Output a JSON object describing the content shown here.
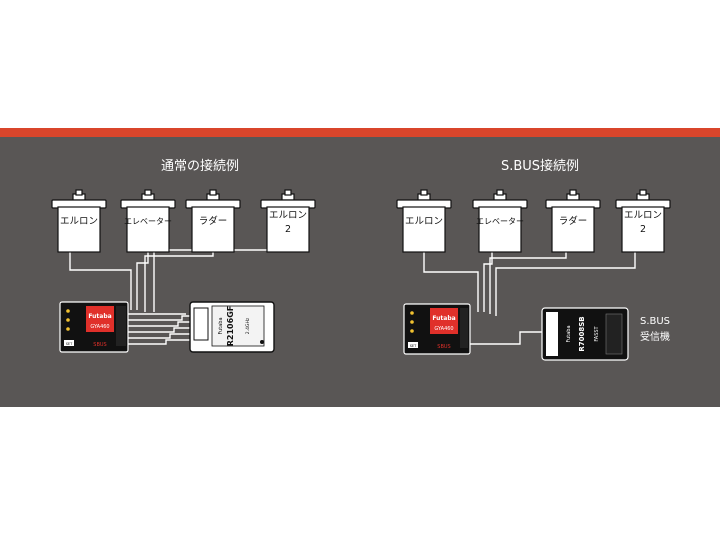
{
  "colors": {
    "accent_stripe": "#d9452b",
    "panel": "#595655",
    "wire": "#ffffff",
    "unit_red": "#e0302a"
  },
  "left": {
    "title": "通常の接続例",
    "servos": [
      {
        "line1": "エルロン",
        "line2": ""
      },
      {
        "line1": "エレベーター",
        "line2": ""
      },
      {
        "line1": "ラダー",
        "line2": ""
      },
      {
        "line1": "エルロン",
        "line2": "2"
      }
    ],
    "gyro": {
      "brand": "Futaba",
      "model": "GYA460",
      "badge": "SBUS",
      "tag": "SET"
    },
    "receiver": {
      "model": "R2106GF",
      "brand": "Futaba",
      "sub": "2.4GHz"
    }
  },
  "right": {
    "title": "S.BUS接続例",
    "servos": [
      {
        "line1": "エルロン",
        "line2": ""
      },
      {
        "line1": "エレベーター",
        "line2": ""
      },
      {
        "line1": "ラダー",
        "line2": ""
      },
      {
        "line1": "エルロン",
        "line2": "2"
      }
    ],
    "gyro": {
      "brand": "Futaba",
      "model": "GYA460",
      "badge": "SBUS",
      "tag": "SET"
    },
    "receiver": {
      "model": "R7008SB",
      "brand": "Futaba",
      "sub": "FASST"
    },
    "receiver_caption": {
      "line1": "S.BUS",
      "line2": "受信機"
    }
  }
}
